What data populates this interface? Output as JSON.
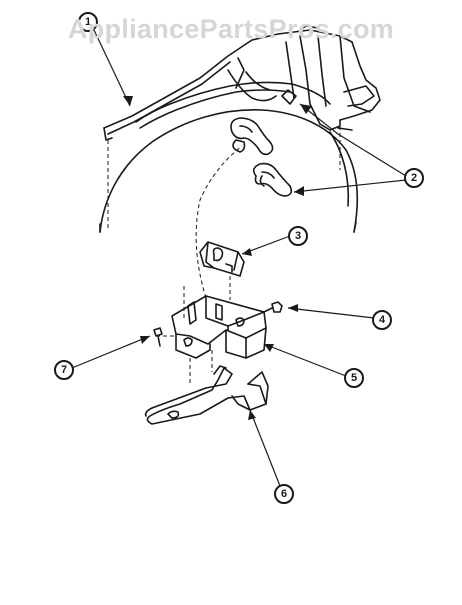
{
  "watermark": {
    "text": "AppliancePartsPros.com"
  },
  "callouts": [
    {
      "id": "1",
      "label": "1",
      "part": "cabinet-rear-panel"
    },
    {
      "id": "2",
      "label": "2",
      "part": "drum-glide-pads"
    },
    {
      "id": "3",
      "label": "3",
      "part": "thermostat"
    },
    {
      "id": "4",
      "label": "4",
      "part": "screw"
    },
    {
      "id": "5",
      "label": "5",
      "part": "mounting-bracket"
    },
    {
      "id": "6",
      "label": "6",
      "part": "support-arm"
    },
    {
      "id": "7",
      "label": "7",
      "part": "screw"
    }
  ],
  "colors": {
    "ink": "#1a1a1a",
    "watermark": "#d6d6d6",
    "background": "#ffffff"
  }
}
